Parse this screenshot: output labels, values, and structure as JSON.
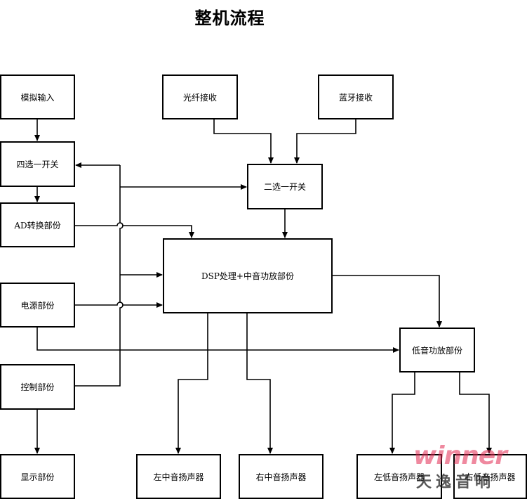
{
  "title": "整机流程",
  "nodes": {
    "analog_input": "模拟输入",
    "four_way_switch": "四选一开关",
    "ad_conversion": "AD转换部份",
    "power": "电源部份",
    "control": "控制部份",
    "display": "显示部份",
    "optical_input": "光纤接收",
    "bluetooth_input": "蓝牙接收",
    "two_way_switch": "二选一开关",
    "dsp_mid_amp": "DSP处理+中音功放部份",
    "bass_amp": "低音功放部份",
    "left_mid_speaker": "左中音扬声器",
    "right_mid_speaker": "右中音扬声器",
    "left_bass_speaker": "左低音扬声器",
    "right_bass_speaker": "右低音扬声器"
  },
  "watermark": {
    "word": "winner",
    "chinese": "天逸音响",
    "color": "#e12850"
  }
}
